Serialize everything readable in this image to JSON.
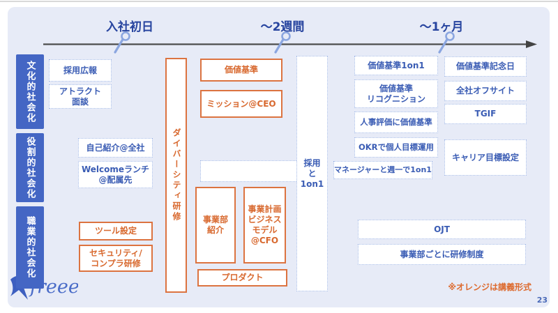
{
  "slide": {
    "note": "※オレンジは講義形式",
    "page_number": "23",
    "logo_text": "freee"
  },
  "timeline": {
    "milestones": [
      {
        "label": "入社初日"
      },
      {
        "label": "〜2週間"
      },
      {
        "label": "〜1ヶ月"
      }
    ]
  },
  "categories": [
    {
      "label": "文化的社会化"
    },
    {
      "label": "役割的社会化"
    },
    {
      "label": "職業的社会化"
    }
  ],
  "boxes": [
    {
      "name": "saiyo-koho",
      "label": "採用広報",
      "type": "dotted"
    },
    {
      "name": "attract",
      "label": "アトラクト\n面談",
      "type": "dotted"
    },
    {
      "name": "jikoshokai",
      "label": "自己紹介@全社",
      "type": "dotted"
    },
    {
      "name": "welcome",
      "label": "Welcomeランチ\n@配属先",
      "type": "dotted"
    },
    {
      "name": "tool",
      "label": "ツール設定",
      "type": "orange"
    },
    {
      "name": "security",
      "label": "セキュリティ/\nコンプラ研修",
      "type": "orange"
    },
    {
      "name": "diversity",
      "label": "ダイバーシティ研修",
      "type": "orange",
      "vertical": true
    },
    {
      "name": "kachikijun",
      "label": "価値基準",
      "type": "orange"
    },
    {
      "name": "mission",
      "label": "ミッション@CEO",
      "type": "orange"
    },
    {
      "name": "empty",
      "label": "",
      "type": "dotted"
    },
    {
      "name": "jigyobu",
      "label": "事業部\n紹介",
      "type": "orange"
    },
    {
      "name": "keikaku",
      "label": "事業計画\nビジネス\nモデル\n@CFO",
      "type": "orange"
    },
    {
      "name": "product",
      "label": "プロダクト",
      "type": "orange"
    },
    {
      "name": "saiyo1on1",
      "label": "採用\nと\n1on1",
      "type": "dotted"
    },
    {
      "name": "kk1on1",
      "label": "価値基準1on1",
      "type": "dotted"
    },
    {
      "name": "recog",
      "label": "価値基準\nリコグニション",
      "type": "dotted"
    },
    {
      "name": "jinji",
      "label": "人事評価に価値基準",
      "type": "dotted"
    },
    {
      "name": "okr",
      "label": "OKRで個人目標運用",
      "type": "dotted"
    },
    {
      "name": "manager",
      "label": "マネージャーと週一で1on1",
      "type": "dotted"
    },
    {
      "name": "kinenbi",
      "label": "価値基準記念日",
      "type": "dotted"
    },
    {
      "name": "offsite",
      "label": "全社オフサイト",
      "type": "dotted"
    },
    {
      "name": "tgif",
      "label": "TGIF",
      "type": "dotted"
    },
    {
      "name": "career",
      "label": "キャリア目標設定",
      "type": "dotted"
    },
    {
      "name": "ojt",
      "label": "OJT",
      "type": "dotted"
    },
    {
      "name": "kenshuseido",
      "label": "事業部ごとに研修制度",
      "type": "dotted"
    }
  ],
  "colors": {
    "slide_background": "#e7ebf7",
    "category_blue": "#4466c4",
    "header_blue": "#27449f",
    "box_text_blue": "#3a5cb4",
    "dotted_border_blue": "#9fb6e6",
    "orange_border": "#dc7340",
    "orange_text": "#d8692f",
    "note_orange": "#dd6a2e",
    "timeline_gray": "#4d4d4d",
    "magnifier_blue": "#8ba6e0",
    "logo_blue": "#4a6cc8"
  }
}
